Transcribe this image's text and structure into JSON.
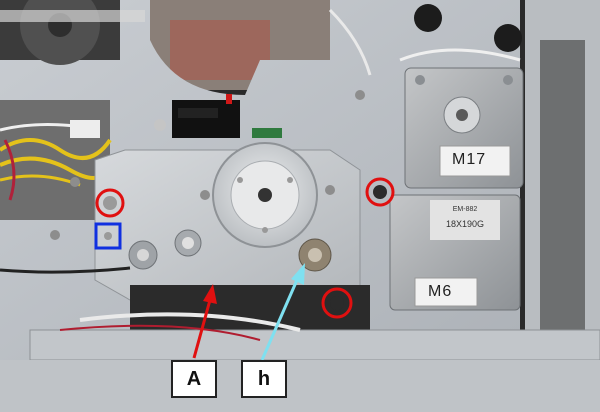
{
  "annotations": {
    "label_a": "A",
    "label_h": "h",
    "screw_marker_color": "#e01010",
    "square_marker_color": "#1030e0",
    "arrow_a_color": "#e01010",
    "arrow_h_color": "#7fe0f0"
  },
  "motors": {
    "upper_label": "M17",
    "lower_label": "M6",
    "lower_print_line1": "EM-882",
    "lower_print_line2": "18X190G"
  }
}
